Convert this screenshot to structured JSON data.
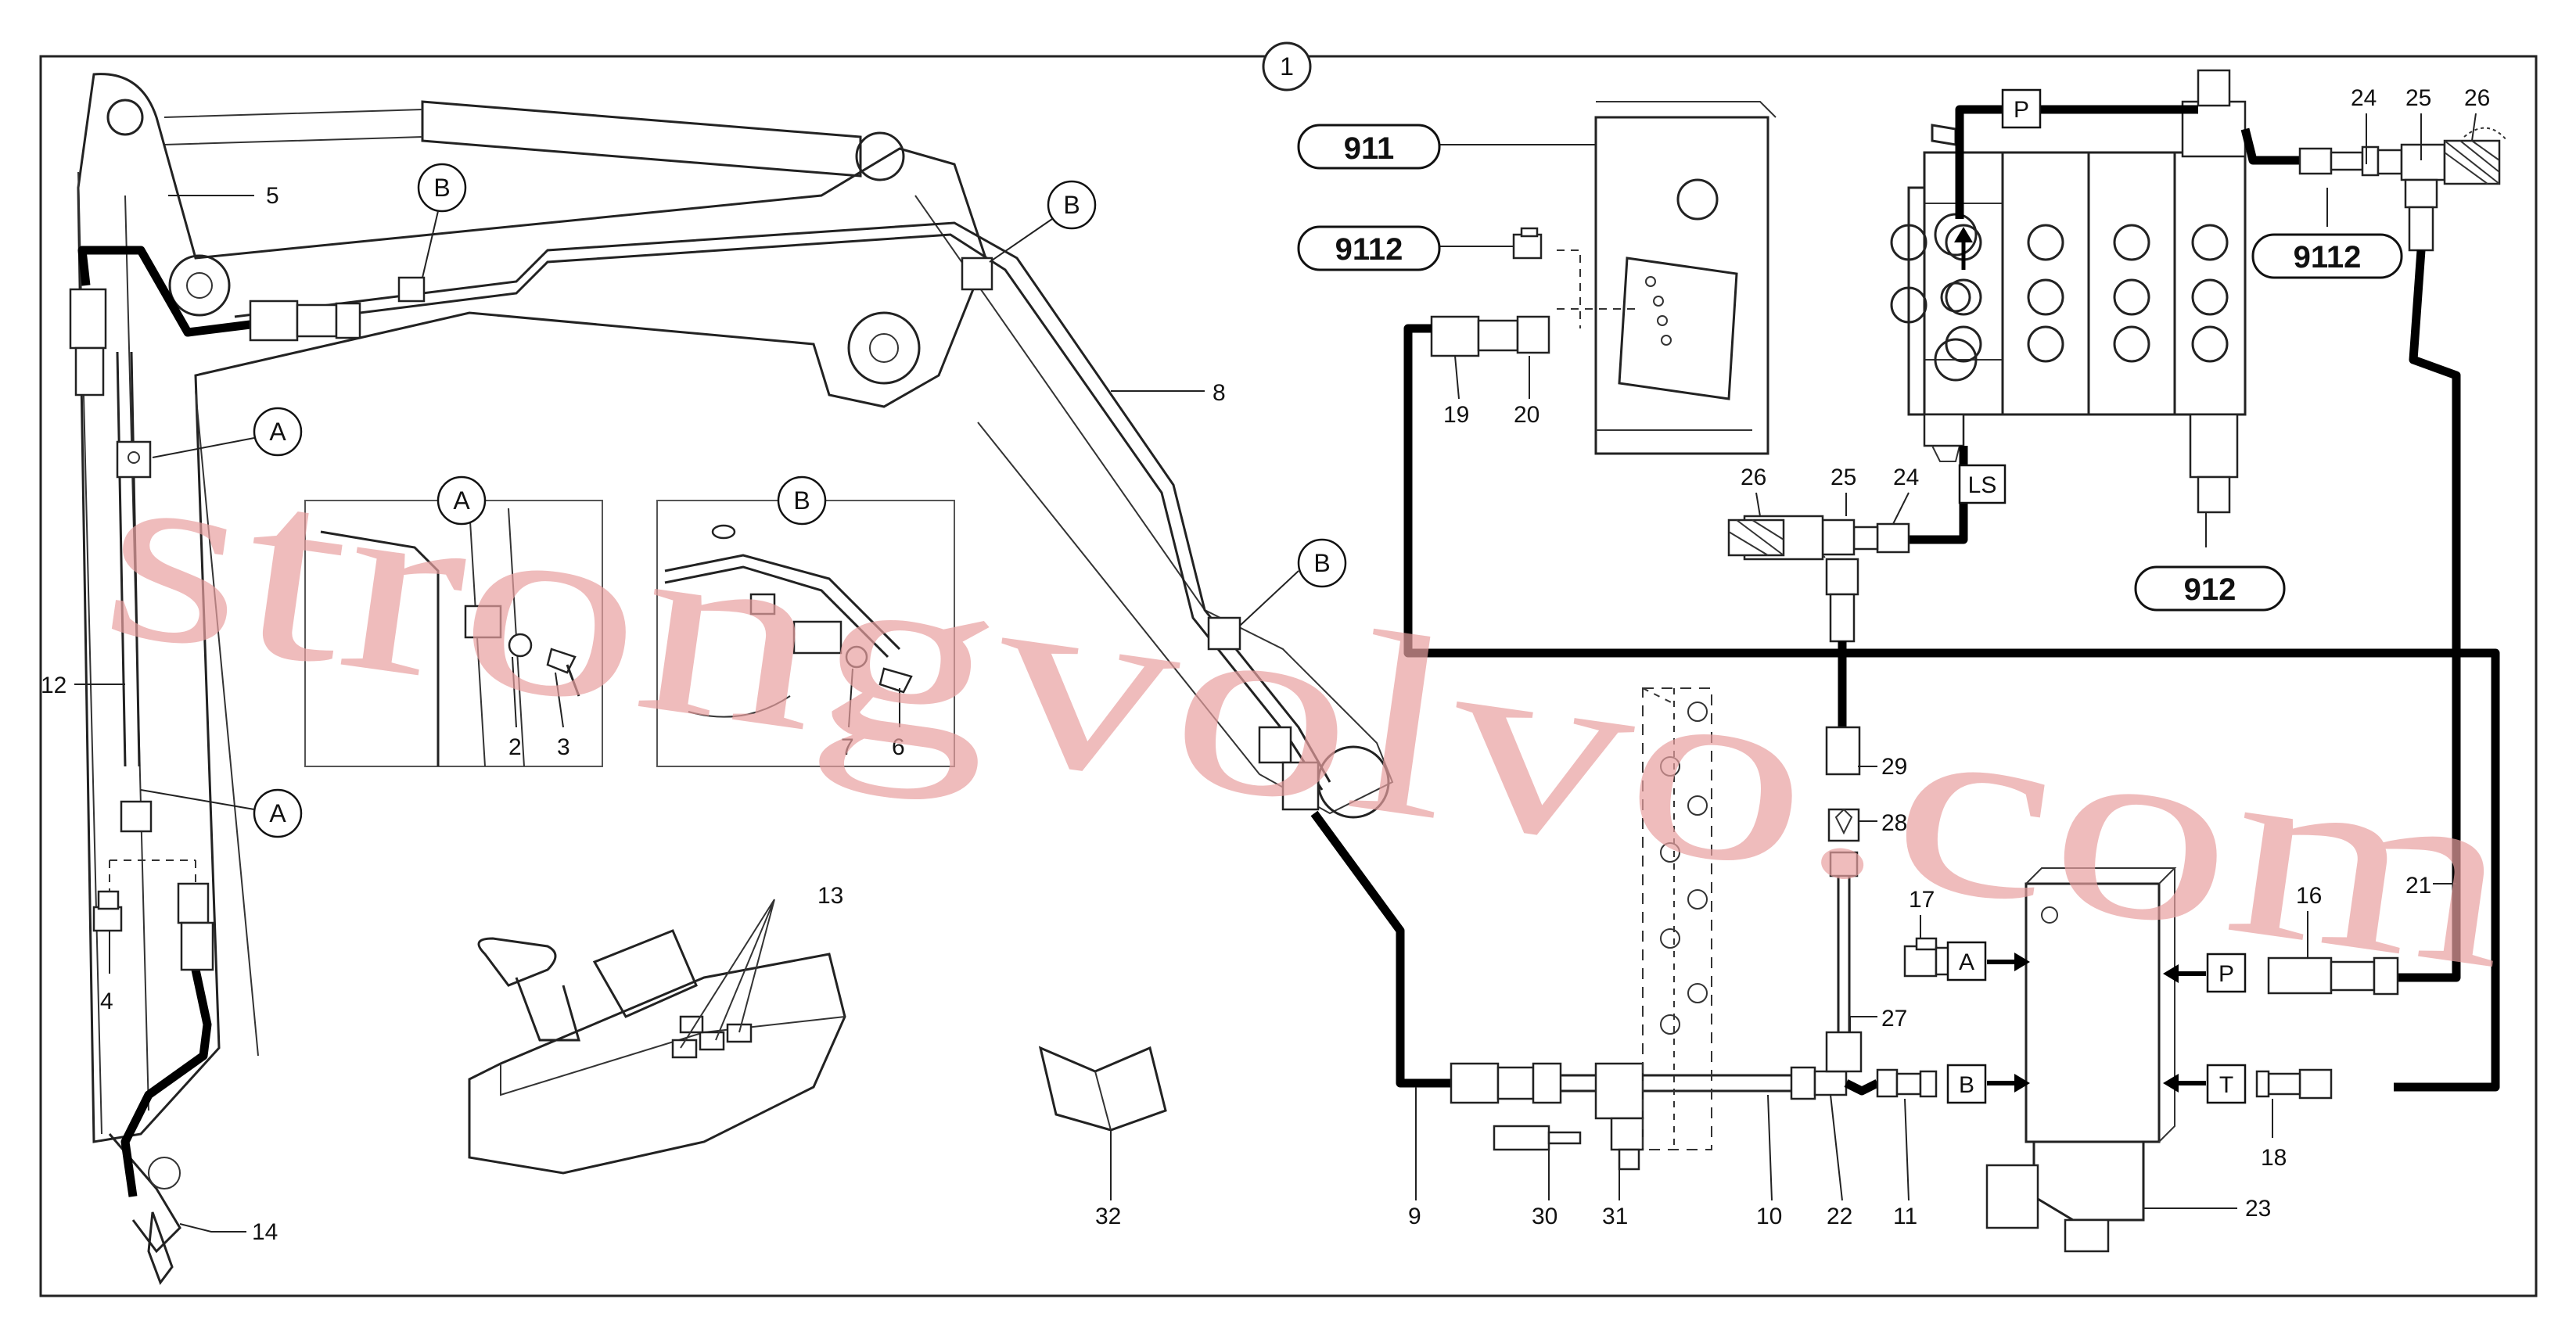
{
  "frame_number": "1",
  "pill_labels": {
    "p911": "911",
    "p9112_left": "9112",
    "p9112_right": "9112",
    "p912": "912"
  },
  "circle_labels": {
    "a1": "A",
    "a2": "A",
    "a_detail": "A",
    "b1": "B",
    "b2": "B",
    "b3": "B",
    "b_detail": "B"
  },
  "box_labels": {
    "p_top": "P",
    "ls": "LS",
    "a_port": "A",
    "p_right": "P",
    "b_port": "B",
    "t_port": "T"
  },
  "part_numbers": {
    "n5": "5",
    "n8": "8",
    "n12": "12",
    "n4": "4",
    "n14": "14",
    "n2": "2",
    "n3": "3",
    "n7": "7",
    "n6": "6",
    "n13": "13",
    "n32": "32",
    "n19": "19",
    "n20": "20",
    "n24a": "24",
    "n25a": "25",
    "n26a": "26",
    "n26b": "26",
    "n25b": "25",
    "n24b": "24",
    "n29": "29",
    "n28": "28",
    "n17": "17",
    "n27": "27",
    "n16": "16",
    "n21": "21",
    "n18": "18",
    "n9": "9",
    "n30": "30",
    "n31": "31",
    "n10": "10",
    "n22": "22",
    "n11": "11",
    "n23": "23"
  },
  "watermark": "strongvolvo.com",
  "colors": {
    "watermark": "#e8a0a0",
    "ink": "#111111",
    "hose": "#000000"
  }
}
